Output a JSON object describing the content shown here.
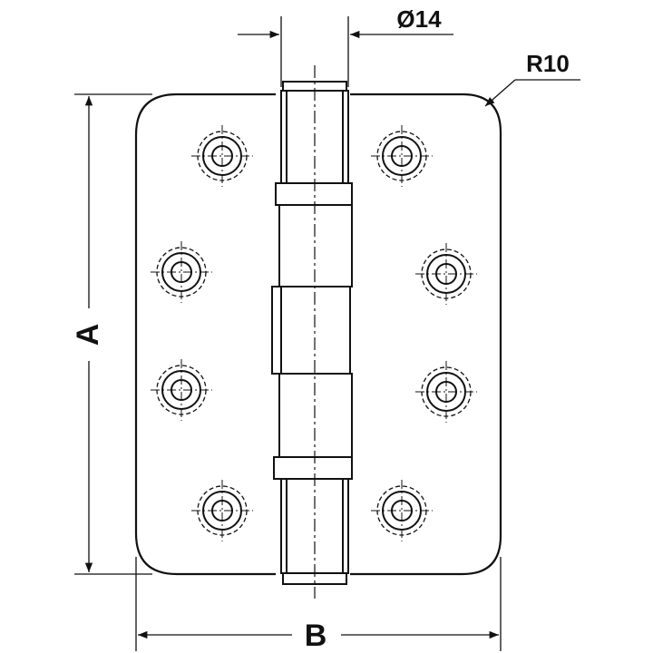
{
  "labels": {
    "height": "A",
    "width": "B",
    "pin_diameter": "Ø14",
    "corner_radius": "R10"
  },
  "colors": {
    "line": "#111111",
    "background": "#ffffff"
  }
}
